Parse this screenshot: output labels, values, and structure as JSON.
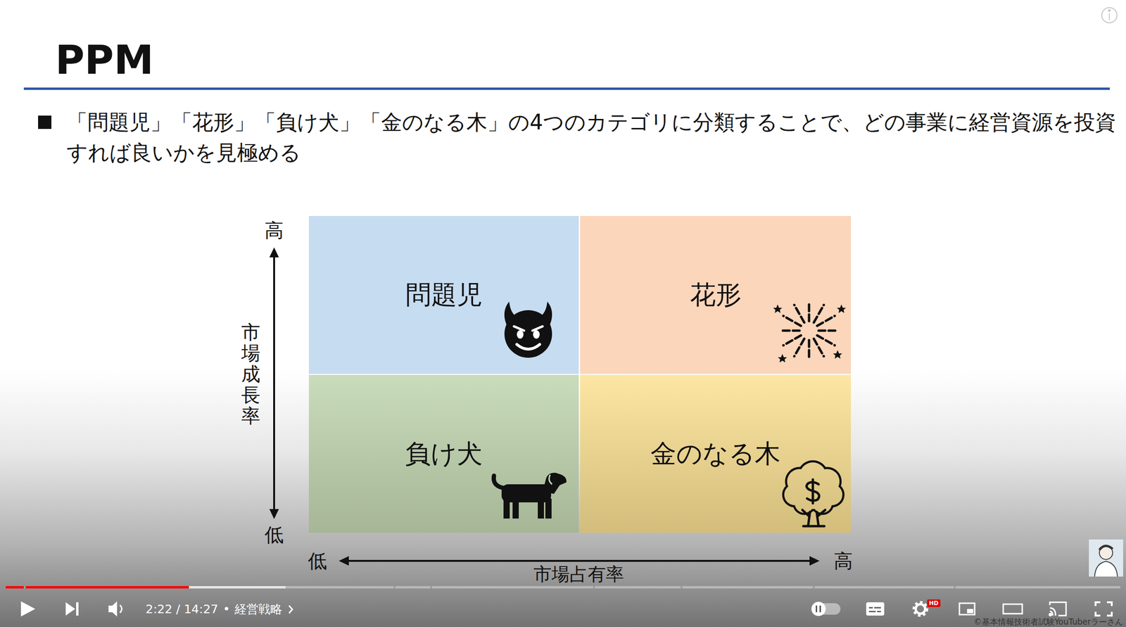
{
  "diagram": {
    "title": "PPM",
    "nodes": [
      {
        "text": [
          "問題児"
        ]
      },
      {
        "text": [
          "花形"
        ]
      },
      {
        "text": [
          "負け犬"
        ]
      },
      {
        "text": [
          "金のなる木"
        ]
      }
    ],
    "labels": [
      "「問題児」「花形」「負け犬」「金のなる木」の4つのカテゴリに分類することで、どの事業に経営資源を投資すれば良いかを見極める",
      "高",
      "市場成長率",
      "低",
      "低",
      "高",
      "市場占有率",
      "2:22 / 14:27",
      "•",
      "経営戦略",
      "HD",
      "©基本情報技術者試験YouTuberラーさん"
    ]
  }
}
